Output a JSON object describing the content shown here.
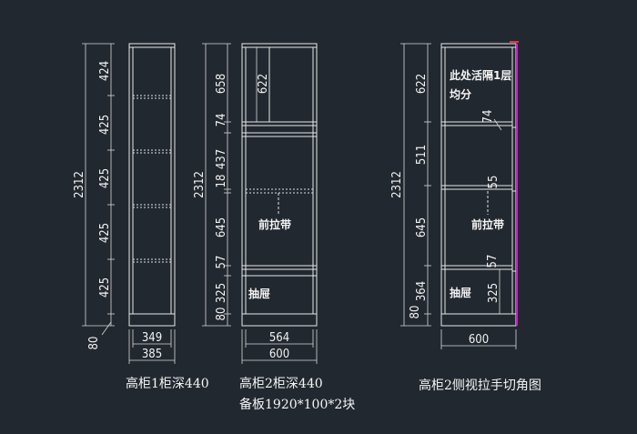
{
  "cabinet1": {
    "title": "高柜1柜深440",
    "height_total": "2312",
    "seg_dims": [
      "424",
      "425",
      "425",
      "425",
      "425"
    ],
    "base_dim": "80",
    "width_inner": "349",
    "width_outer": "385"
  },
  "cabinet2": {
    "title": "高柜2柜深440",
    "subtitle": "备板1920*100*2块",
    "height_total": "2312",
    "seg_dims": [
      "658",
      "74",
      "437",
      "18",
      "645",
      "57",
      "325",
      "80"
    ],
    "door_dim": "622",
    "label_pull": "前拉带",
    "label_drawer": "抽屉",
    "width_inner": "564",
    "width_outer": "600"
  },
  "cabinet3": {
    "title": "高柜2侧视拉手切角图",
    "height_total": "2312",
    "seg_dims": [
      "622",
      "511",
      "645",
      "364",
      "80"
    ],
    "note_line1": "此处活隔1层",
    "note_line2": "均分",
    "detail_74": "74",
    "detail_55": "55",
    "detail_57": "57",
    "detail_325": "325",
    "label_pull": "前拉带",
    "label_drawer": "抽屉",
    "width": "600"
  }
}
